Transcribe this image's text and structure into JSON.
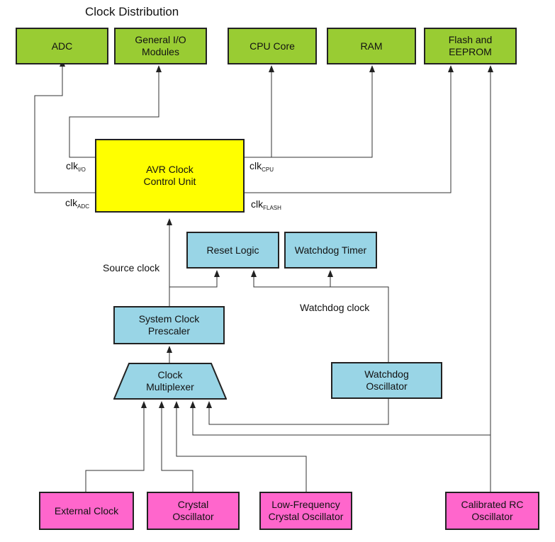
{
  "title": "Clock Distribution",
  "colors": {
    "module": "#99cc33",
    "control_unit": "#ffff00",
    "internal": "#99d5e6",
    "source": "#ff66cc",
    "line": "#222222"
  },
  "modules": {
    "adc": "ADC",
    "gpio": "General I/O\nModules",
    "cpu": "CPU Core",
    "ram": "RAM",
    "flash": "Flash and\nEEPROM"
  },
  "control_unit": "AVR Clock\nControl Unit",
  "clock_labels": {
    "io": {
      "main": "clk",
      "sub": "I/O"
    },
    "adc": {
      "main": "clk",
      "sub": "ADC"
    },
    "cpu": {
      "main": "clk",
      "sub": "CPU"
    },
    "flash": {
      "main": "clk",
      "sub": "FLASH"
    }
  },
  "internal_blocks": {
    "reset_logic": "Reset Logic",
    "watchdog_timer": "Watchdog Timer",
    "prescaler": "System Clock\nPrescaler",
    "multiplexer": "Clock\nMultiplexer",
    "watchdog_osc": "Watchdog\nOscillator"
  },
  "signal_labels": {
    "source_clock": "Source clock",
    "watchdog_clock": "Watchdog clock"
  },
  "sources": {
    "external": "External Clock",
    "crystal": "Crystal\nOscillator",
    "low_freq": "Low-Frequency\nCrystal Oscillator",
    "rc": "Calibrated RC\nOscillator"
  }
}
